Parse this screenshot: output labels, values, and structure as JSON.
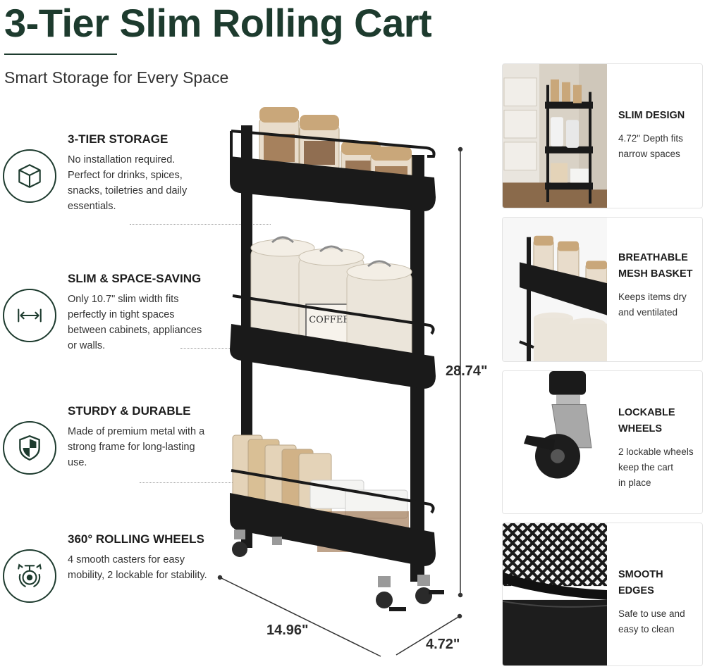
{
  "header": {
    "title": "3-Tier Slim Rolling Cart",
    "subtitle": "Smart Storage for Every Space"
  },
  "features": [
    {
      "title": "3-TIER STORAGE",
      "text": "No installation required. Perfect for drinks, spices, snacks, toiletries and daily essentials.",
      "icon": "cube-icon"
    },
    {
      "title": "SLIM & SPACE-SAVING",
      "text": "Only 10.7\" slim width fits perfectly in tight spaces between cabinets, appliances or walls.",
      "icon": "width-arrows-icon"
    },
    {
      "title": "STURDY & DURABLE",
      "text": "Made of premium metal with a strong frame for long-lasting use.",
      "icon": "shield-icon"
    },
    {
      "title": "360° ROLLING WHEELS",
      "text": "4 smooth casters for easy mobility, 2 lockable for stability.",
      "icon": "caster-wheel-icon"
    }
  ],
  "dimensions": {
    "height": "28.74\"",
    "width": "14.96\"",
    "depth": "4.72\""
  },
  "product_labels": {
    "canister": "COFFEE"
  },
  "cards": [
    {
      "title": "SLIM DESIGN",
      "desc": "4.72\" Depth fits\nnarrow spaces"
    },
    {
      "title": "BREATHABLE\nMESH BASKET",
      "desc": "Keeps items dry\nand ventilated"
    },
    {
      "title": "LOCKABLE\nWHEELS",
      "desc": "2 lockable wheels\nkeep the cart\nin place"
    },
    {
      "title": "SMOOTH EDGES",
      "desc": "Safe to use and\neasy to clean"
    }
  ],
  "colors": {
    "brand_green": "#1d3b2e",
    "cart_black": "#1a1a1a"
  }
}
